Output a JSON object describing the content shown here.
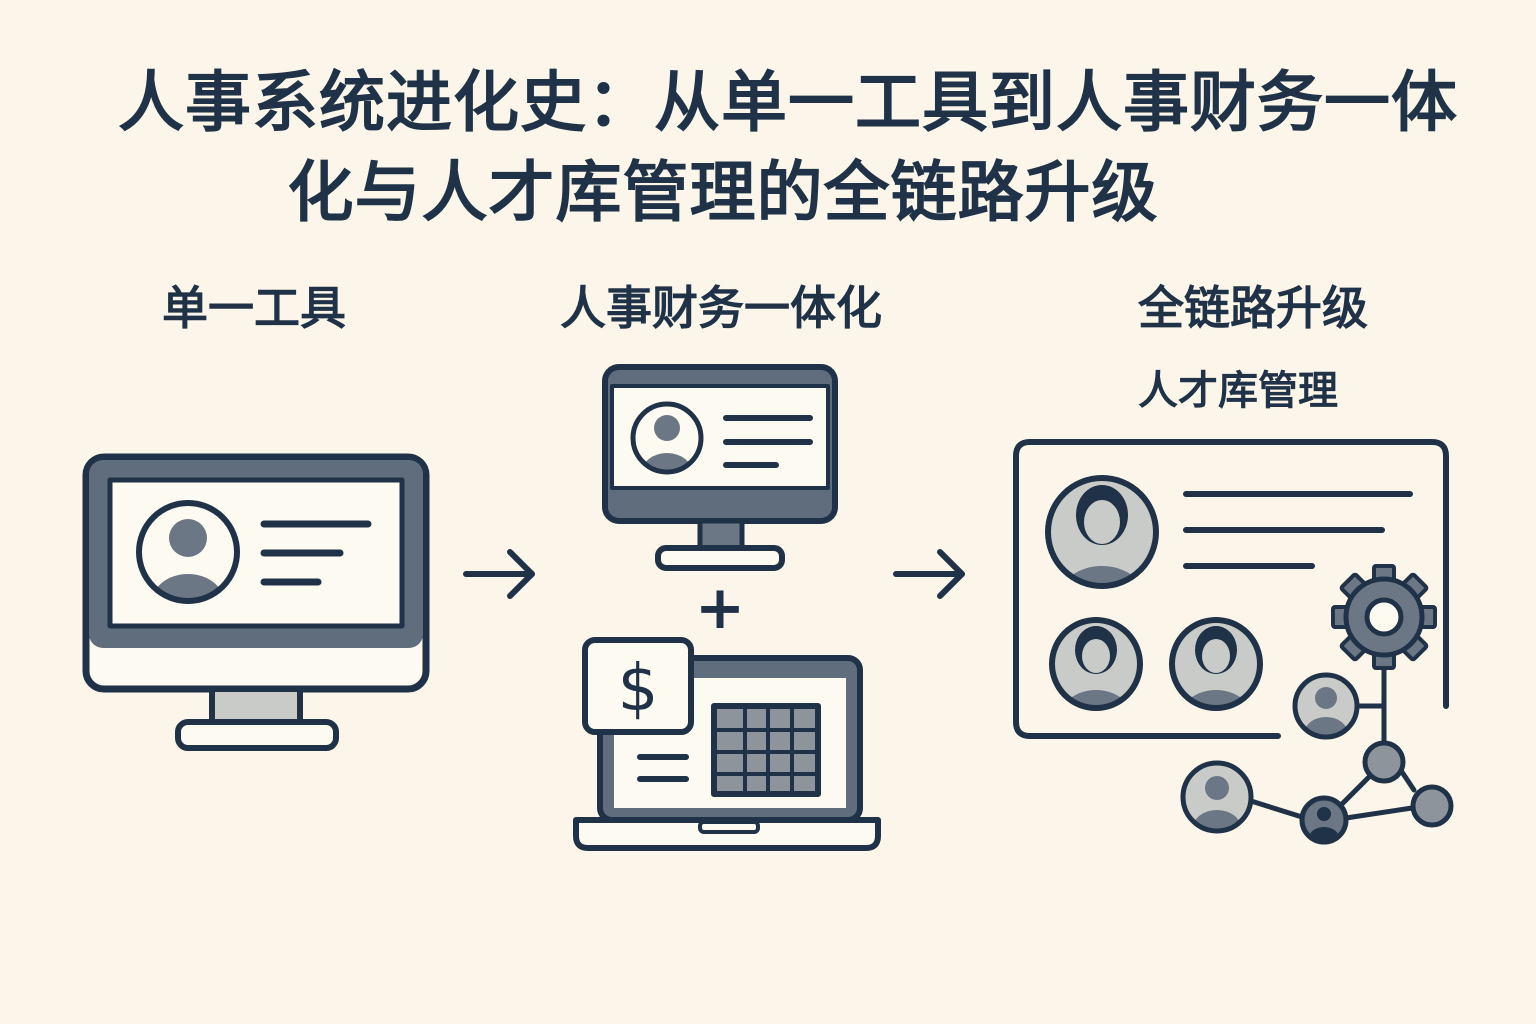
{
  "title": {
    "line1": "人事系统进化史：从单一工具到人事财务一体",
    "line2": "化与人才库管理的全链路升级"
  },
  "stages": [
    {
      "label": "单一工具"
    },
    {
      "label": "人事财务一体化",
      "plus": "+",
      "dollar": "$"
    },
    {
      "label": "全链路升级",
      "sublabel": "人才库管理"
    }
  ],
  "colors": {
    "background": "#fbf6e9",
    "ink": "#1f3247",
    "fill_gray": "#8d949c",
    "light_gray": "#c9cbc9",
    "screen_fill": "#fdfaf1"
  }
}
